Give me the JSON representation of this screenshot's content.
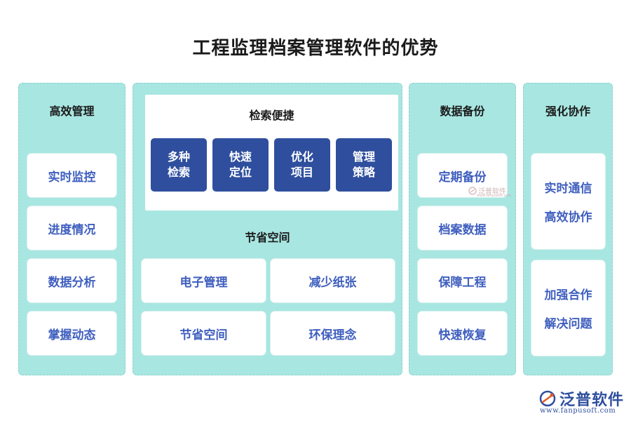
{
  "title": "工程监理档案管理软件的优势",
  "columns": {
    "efficient": {
      "title": "高效管理",
      "items": [
        "实时监控",
        "进度情况",
        "数据分析",
        "掌握动态"
      ]
    },
    "center": {
      "search": {
        "title": "检索便捷",
        "items": [
          {
            "line1": "多种",
            "line2": "检索"
          },
          {
            "line1": "快速",
            "line2": "定位"
          },
          {
            "line1": "优化",
            "line2": "项目"
          },
          {
            "line1": "管理",
            "line2": "策略"
          }
        ]
      },
      "space": {
        "title": "节省空间",
        "items": [
          "电子管理",
          "减少纸张",
          "节省空间",
          "环保理念"
        ]
      }
    },
    "backup": {
      "title": "数据备份",
      "items": [
        "定期备份",
        "档案数据",
        "保障工程",
        "快速恢复"
      ]
    },
    "collab": {
      "title": "强化协作",
      "cards": [
        {
          "line1": "实时通信",
          "line2": "高效协作"
        },
        {
          "line1": "加强合作",
          "line2": "解决问题"
        }
      ]
    }
  },
  "watermark": {
    "text": "泛普软件",
    "sub": "www.fanpusoft.com"
  },
  "logo": {
    "text": "泛普软件",
    "url": "www.fanpusoft.com"
  },
  "colors": {
    "panel": "#a8e6e1",
    "accent_text": "#3f5fbf",
    "navy_box": "#2f4f9e"
  }
}
